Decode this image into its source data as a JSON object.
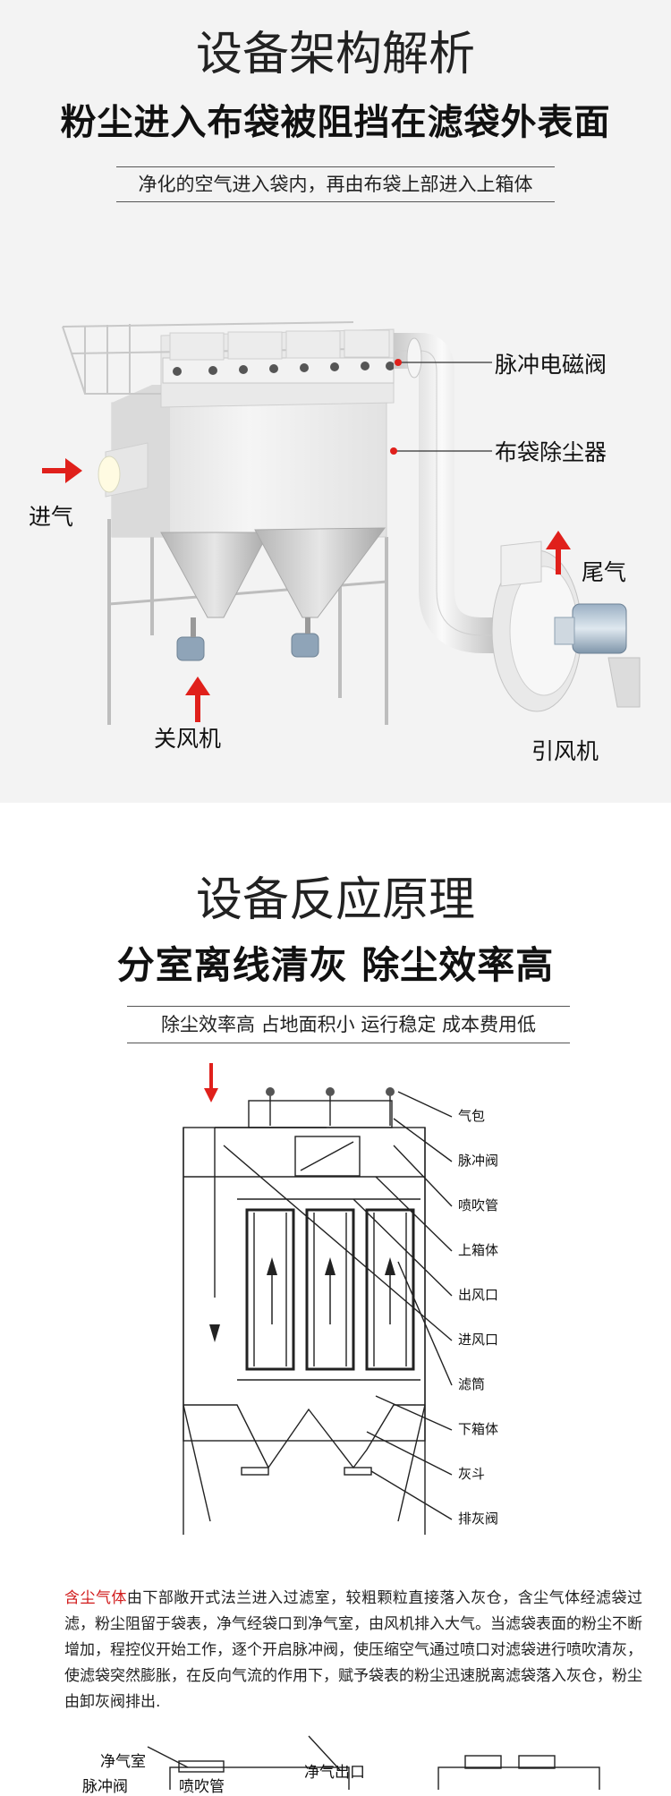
{
  "section1": {
    "title": "设备架构解析",
    "subtitle": "粉尘进入布袋被阻挡在滤袋外表面",
    "tagline": "净化的空气进入袋内，再由布袋上部进入上箱体",
    "labels": {
      "pulse_valve": "脉冲电磁阀",
      "bag_filter": "布袋除尘器",
      "inlet": "进气",
      "exhaust": "尾气",
      "airlock": "关风机",
      "fan": "引风机"
    }
  },
  "section2": {
    "title": "设备反应原理",
    "subtitle": "分室离线清灰 除尘效率高",
    "tagline": "除尘效率高 占地面积小 运行稳定 成本费用低",
    "diagram_labels": [
      "气包",
      "脉冲阀",
      "喷吹管",
      "上箱体",
      "出风口",
      "进风口",
      "滤筒",
      "下箱体",
      "灰斗",
      "排灰阀"
    ]
  },
  "description": {
    "highlight": "含尘气体",
    "text": "由下部敞开式法兰进入过滤室，较粗颗粒直接落入灰仓，含尘气体经滤袋过滤，粉尘阻留于袋表，净气经袋口到净气室，由风机排入大气。当滤袋表面的粉尘不断增加，程控仪开始工作，逐个开启脉冲阀，使压缩空气通过喷口对滤袋进行喷吹清灰，使滤袋突然膨胀，在反向气流的作用下，赋予袋表的粉尘迅速脱离滤袋落入灰仓，粉尘由卸灰阀排出."
  },
  "bottom_diagram": {
    "labels": [
      "净气室",
      "净气出口",
      "脉冲阀",
      "喷吹管"
    ]
  },
  "colors": {
    "accent_red": "#e0201b",
    "section_bg": "#f3f3f3"
  }
}
